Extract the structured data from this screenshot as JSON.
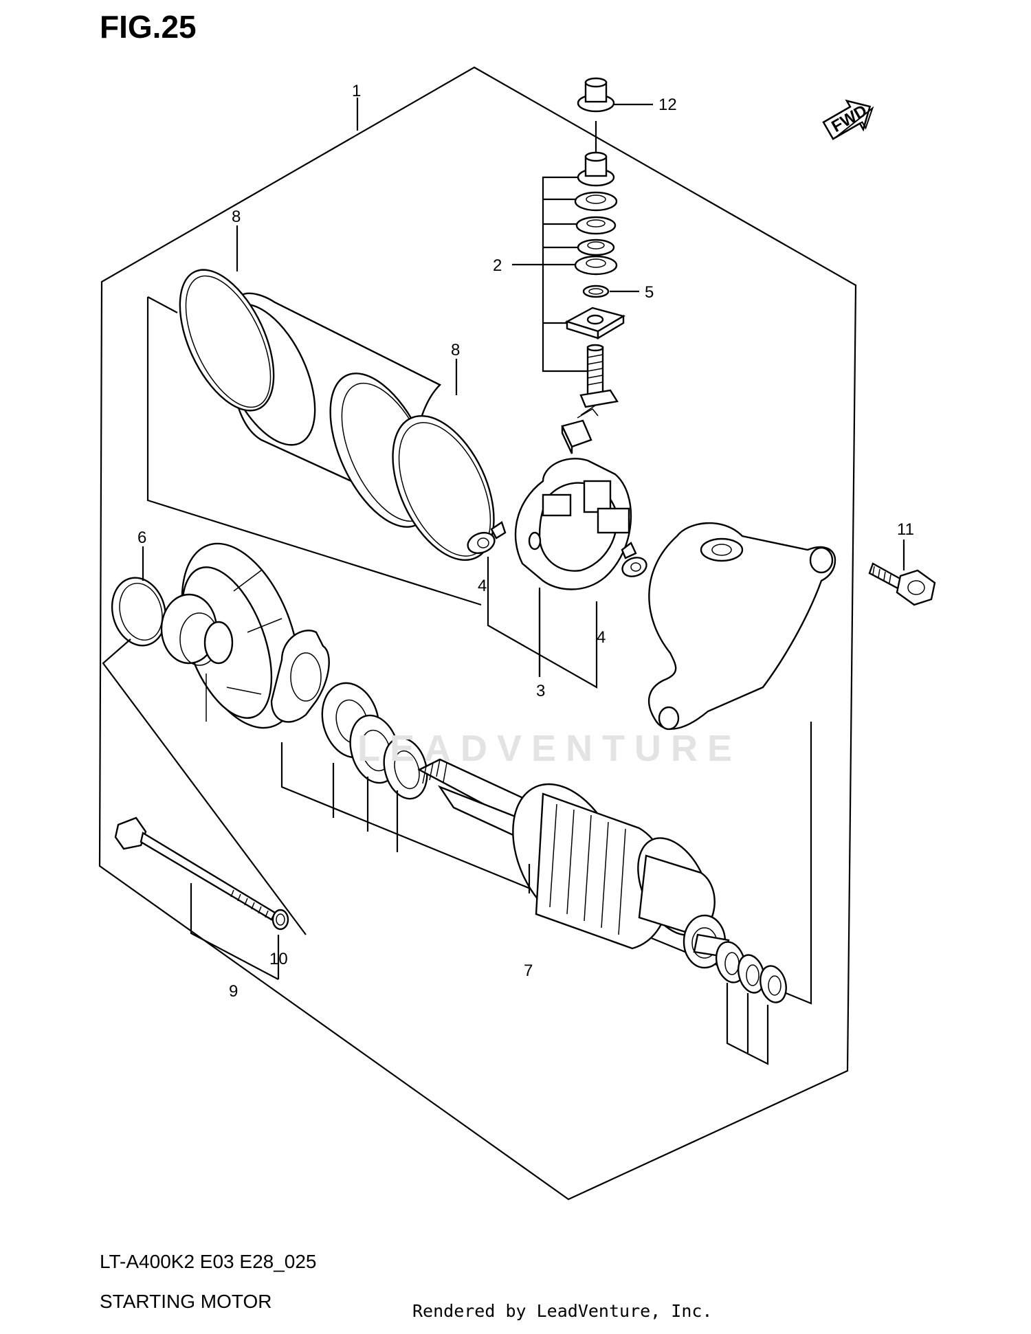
{
  "figure": {
    "title": "FIG.25",
    "model_code": "LT-A400K2 E03 E28_025",
    "section_name": "STARTING MOTOR",
    "rendered_by": "Rendered by LeadVenture, Inc.",
    "watermark_text": "LEADVENTURE",
    "fwd_label": "FWD"
  },
  "callouts": [
    {
      "id": "c1",
      "label": "1"
    },
    {
      "id": "c2",
      "label": "2"
    },
    {
      "id": "c3",
      "label": "3"
    },
    {
      "id": "c4a",
      "label": "4"
    },
    {
      "id": "c4b",
      "label": "4"
    },
    {
      "id": "c5",
      "label": "5"
    },
    {
      "id": "c6",
      "label": "6"
    },
    {
      "id": "c7",
      "label": "7"
    },
    {
      "id": "c8a",
      "label": "8"
    },
    {
      "id": "c8b",
      "label": "8"
    },
    {
      "id": "c9",
      "label": "9"
    },
    {
      "id": "c10",
      "label": "10"
    },
    {
      "id": "c11",
      "label": "11"
    },
    {
      "id": "c12",
      "label": "12"
    }
  ]
}
